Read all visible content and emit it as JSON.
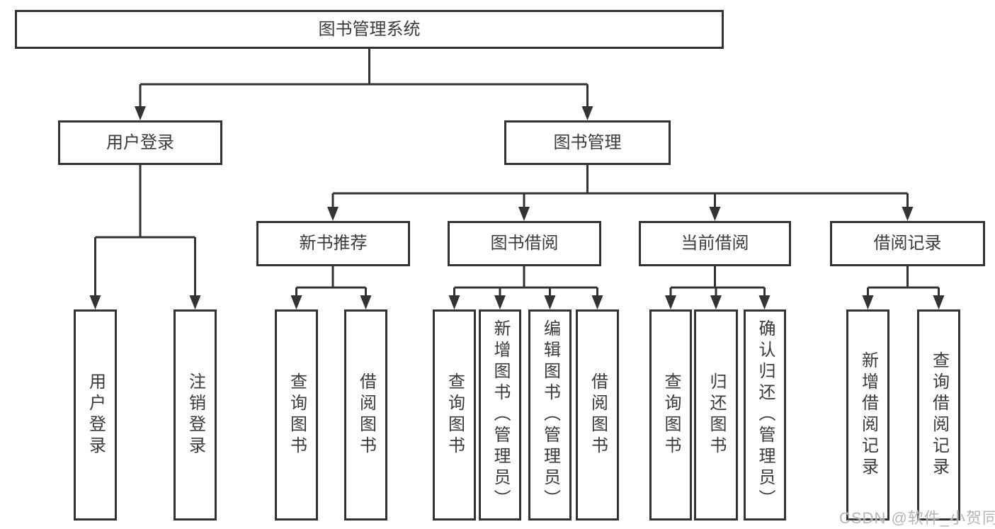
{
  "tree": {
    "root": "图书管理系统",
    "children": [
      {
        "label": "用户登录",
        "children": [
          "用户登录",
          "注销登录"
        ]
      },
      {
        "label": "图书管理",
        "children": [
          {
            "label": "新书推荐",
            "children": [
              "查询图书",
              "借阅图书"
            ]
          },
          {
            "label": "图书借阅",
            "children": [
              "查询图书",
              "新增图书（管理员）",
              "编辑图书（管理员）",
              "借阅图书"
            ]
          },
          {
            "label": "当前借阅",
            "children": [
              "查询图书",
              "归还图书",
              "确认归还（管理员）"
            ]
          },
          {
            "label": "借阅记录",
            "children": [
              "新增借阅记录",
              "查询借阅记录"
            ]
          }
        ]
      }
    ]
  },
  "colors": {
    "line": "#333333",
    "text": "#3a3a3a",
    "watermark": "#b3b0ad"
  },
  "watermark": "CSDN @软件_小贺同学"
}
